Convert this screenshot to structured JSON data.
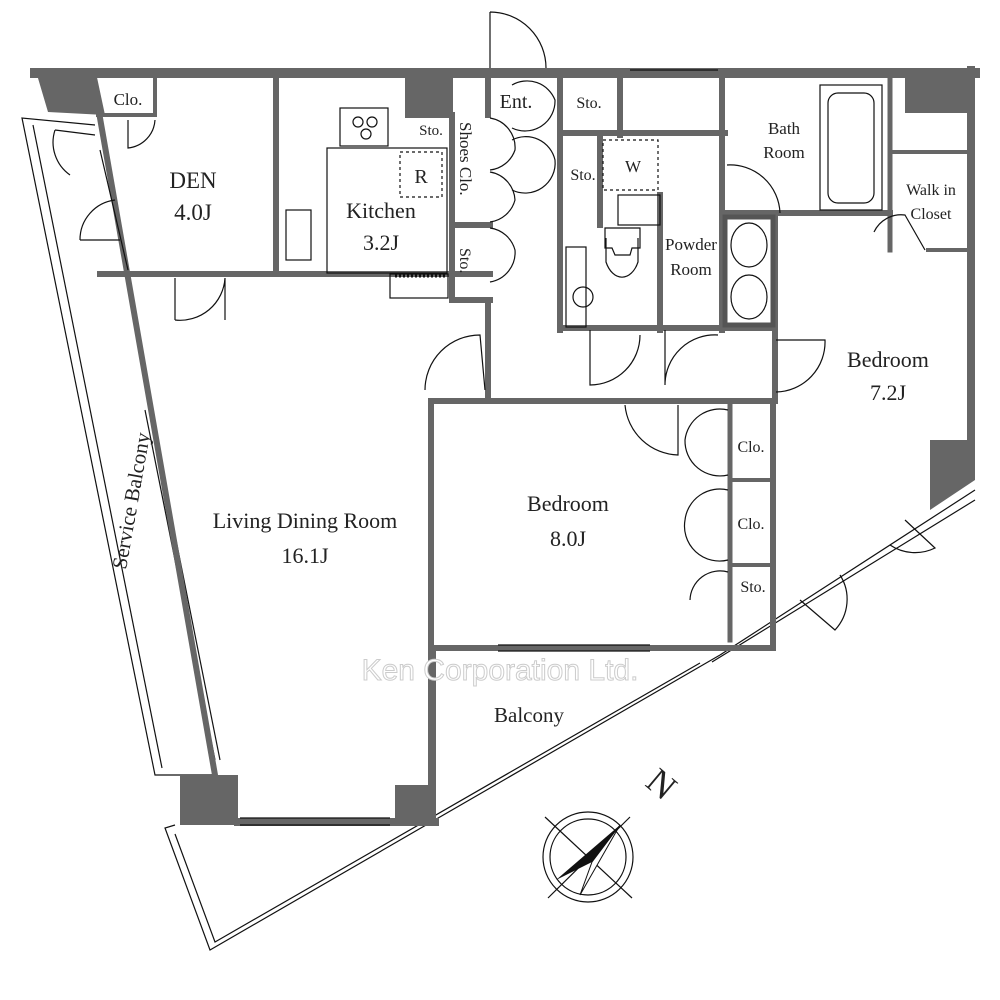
{
  "watermark": "Ken Corporation Ltd.",
  "compass": {
    "label": "N"
  },
  "rooms": {
    "den_clo": "Clo.",
    "den": {
      "name": "DEN",
      "size": "4.0J"
    },
    "kitchen_sto": "Sto.",
    "refrigerator": "R",
    "kitchen": {
      "name": "Kitchen",
      "size": "3.2J"
    },
    "shoes_clo": "Shoes Clo.",
    "hall_sto": "Sto.",
    "entrance": "Ent.",
    "ent_sto": "Sto.",
    "wash_sto": "Sto.",
    "washer": "W",
    "bath": {
      "line1": "Bath",
      "line2": "Room"
    },
    "walk_in": {
      "line1": "Walk in",
      "line2": "Closet"
    },
    "powder": {
      "line1": "Powder",
      "line2": "Room"
    },
    "bedroom1": {
      "name": "Bedroom",
      "size": "7.2J"
    },
    "bedroom2_clo1": "Clo.",
    "bedroom2_clo2": "Clo.",
    "bedroom2_sto": "Sto.",
    "bedroom2": {
      "name": "Bedroom",
      "size": "8.0J"
    },
    "living": {
      "name": "Living Dining Room",
      "size": "16.1J"
    },
    "service_balcony": "Service Balcony",
    "balcony": "Balcony"
  },
  "colors": {
    "wall": "#666666",
    "line": "#111111"
  }
}
